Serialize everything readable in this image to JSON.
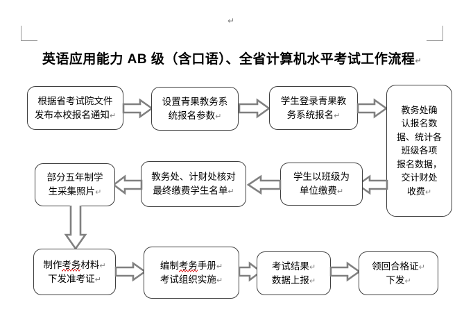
{
  "document": {
    "title": "英语应用能力 AB 级（含口语）、全省计算机水平考试工作流程",
    "title_pilcrow": "↵",
    "top_pilcrow": "↵"
  },
  "marks": {
    "crop_top_left": "crop-mark-top-left",
    "crop_top_right": "crop-mark-top-right"
  },
  "flowchart": {
    "type": "process-flow",
    "nodes": [
      {
        "id": "n1",
        "row": 1,
        "lines": [
          "根据省考试院文件",
          "发布本校报名通知"
        ],
        "pilcrow": "↵"
      },
      {
        "id": "n2",
        "row": 1,
        "lines": [
          "设置青果教务系",
          "统报名参数"
        ],
        "pilcrow": "↵"
      },
      {
        "id": "n3",
        "row": 1,
        "lines": [
          "学生登录青果教",
          "务系统报名"
        ],
        "pilcrow": "↵"
      },
      {
        "id": "n4",
        "row": 1,
        "lines": [
          "教务处确",
          "认报名数",
          "据、统计各",
          "班级各项",
          "报名数据，",
          "交计财处",
          "收费"
        ],
        "pilcrow": "↵"
      },
      {
        "id": "n5",
        "row": 2,
        "lines": [
          "部分五年制学",
          "生采集照片"
        ],
        "pilcrow": "↵"
      },
      {
        "id": "n6",
        "row": 2,
        "lines": [
          "教务处、计财处核对",
          "最终缴费学生名单"
        ],
        "pilcrow": "↵"
      },
      {
        "id": "n7",
        "row": 2,
        "lines": [
          "学生以班级为",
          "单位缴费"
        ],
        "pilcrow": "↵"
      },
      {
        "id": "n8",
        "row": 3,
        "lines": [
          "制作考务材料",
          "下发准考证"
        ],
        "pilcrow": "↵",
        "misspelled": "考务"
      },
      {
        "id": "n9",
        "row": 3,
        "lines": [
          "编制考务手册",
          "考试组织实施"
        ],
        "pilcrow": "↵",
        "misspelled": "考务"
      },
      {
        "id": "n10",
        "row": 3,
        "lines": [
          "考试结果",
          "数据上报"
        ],
        "pilcrow": "↵"
      },
      {
        "id": "n11",
        "row": 3,
        "lines": [
          "领回合格证",
          "下发"
        ],
        "pilcrow": "↵"
      }
    ],
    "connectors": [
      {
        "id": "c1",
        "from": "n1",
        "to": "n2",
        "direction": "right"
      },
      {
        "id": "c2",
        "from": "n2",
        "to": "n3",
        "direction": "right"
      },
      {
        "id": "c3",
        "from": "n3",
        "to": "n4",
        "direction": "right"
      },
      {
        "id": "c4",
        "from": "n4",
        "to": "n7",
        "direction": "left"
      },
      {
        "id": "c5",
        "from": "n7",
        "to": "n6",
        "direction": "left"
      },
      {
        "id": "c6",
        "from": "n6",
        "to": "n5",
        "direction": "left"
      },
      {
        "id": "c7",
        "from": "n5",
        "to": "n8",
        "direction": "down"
      },
      {
        "id": "c8",
        "from": "n8",
        "to": "n9",
        "direction": "right"
      },
      {
        "id": "c9",
        "from": "n9",
        "to": "n10",
        "direction": "right"
      },
      {
        "id": "c10",
        "from": "n10",
        "to": "n11",
        "direction": "right"
      }
    ]
  },
  "colors": {
    "box_border": "#3f3f3f",
    "arrow_outline": "#808080",
    "crop_mark": "#9a9a9a",
    "spellcheck": "#e03131",
    "text": "#000000",
    "background": "#ffffff"
  }
}
